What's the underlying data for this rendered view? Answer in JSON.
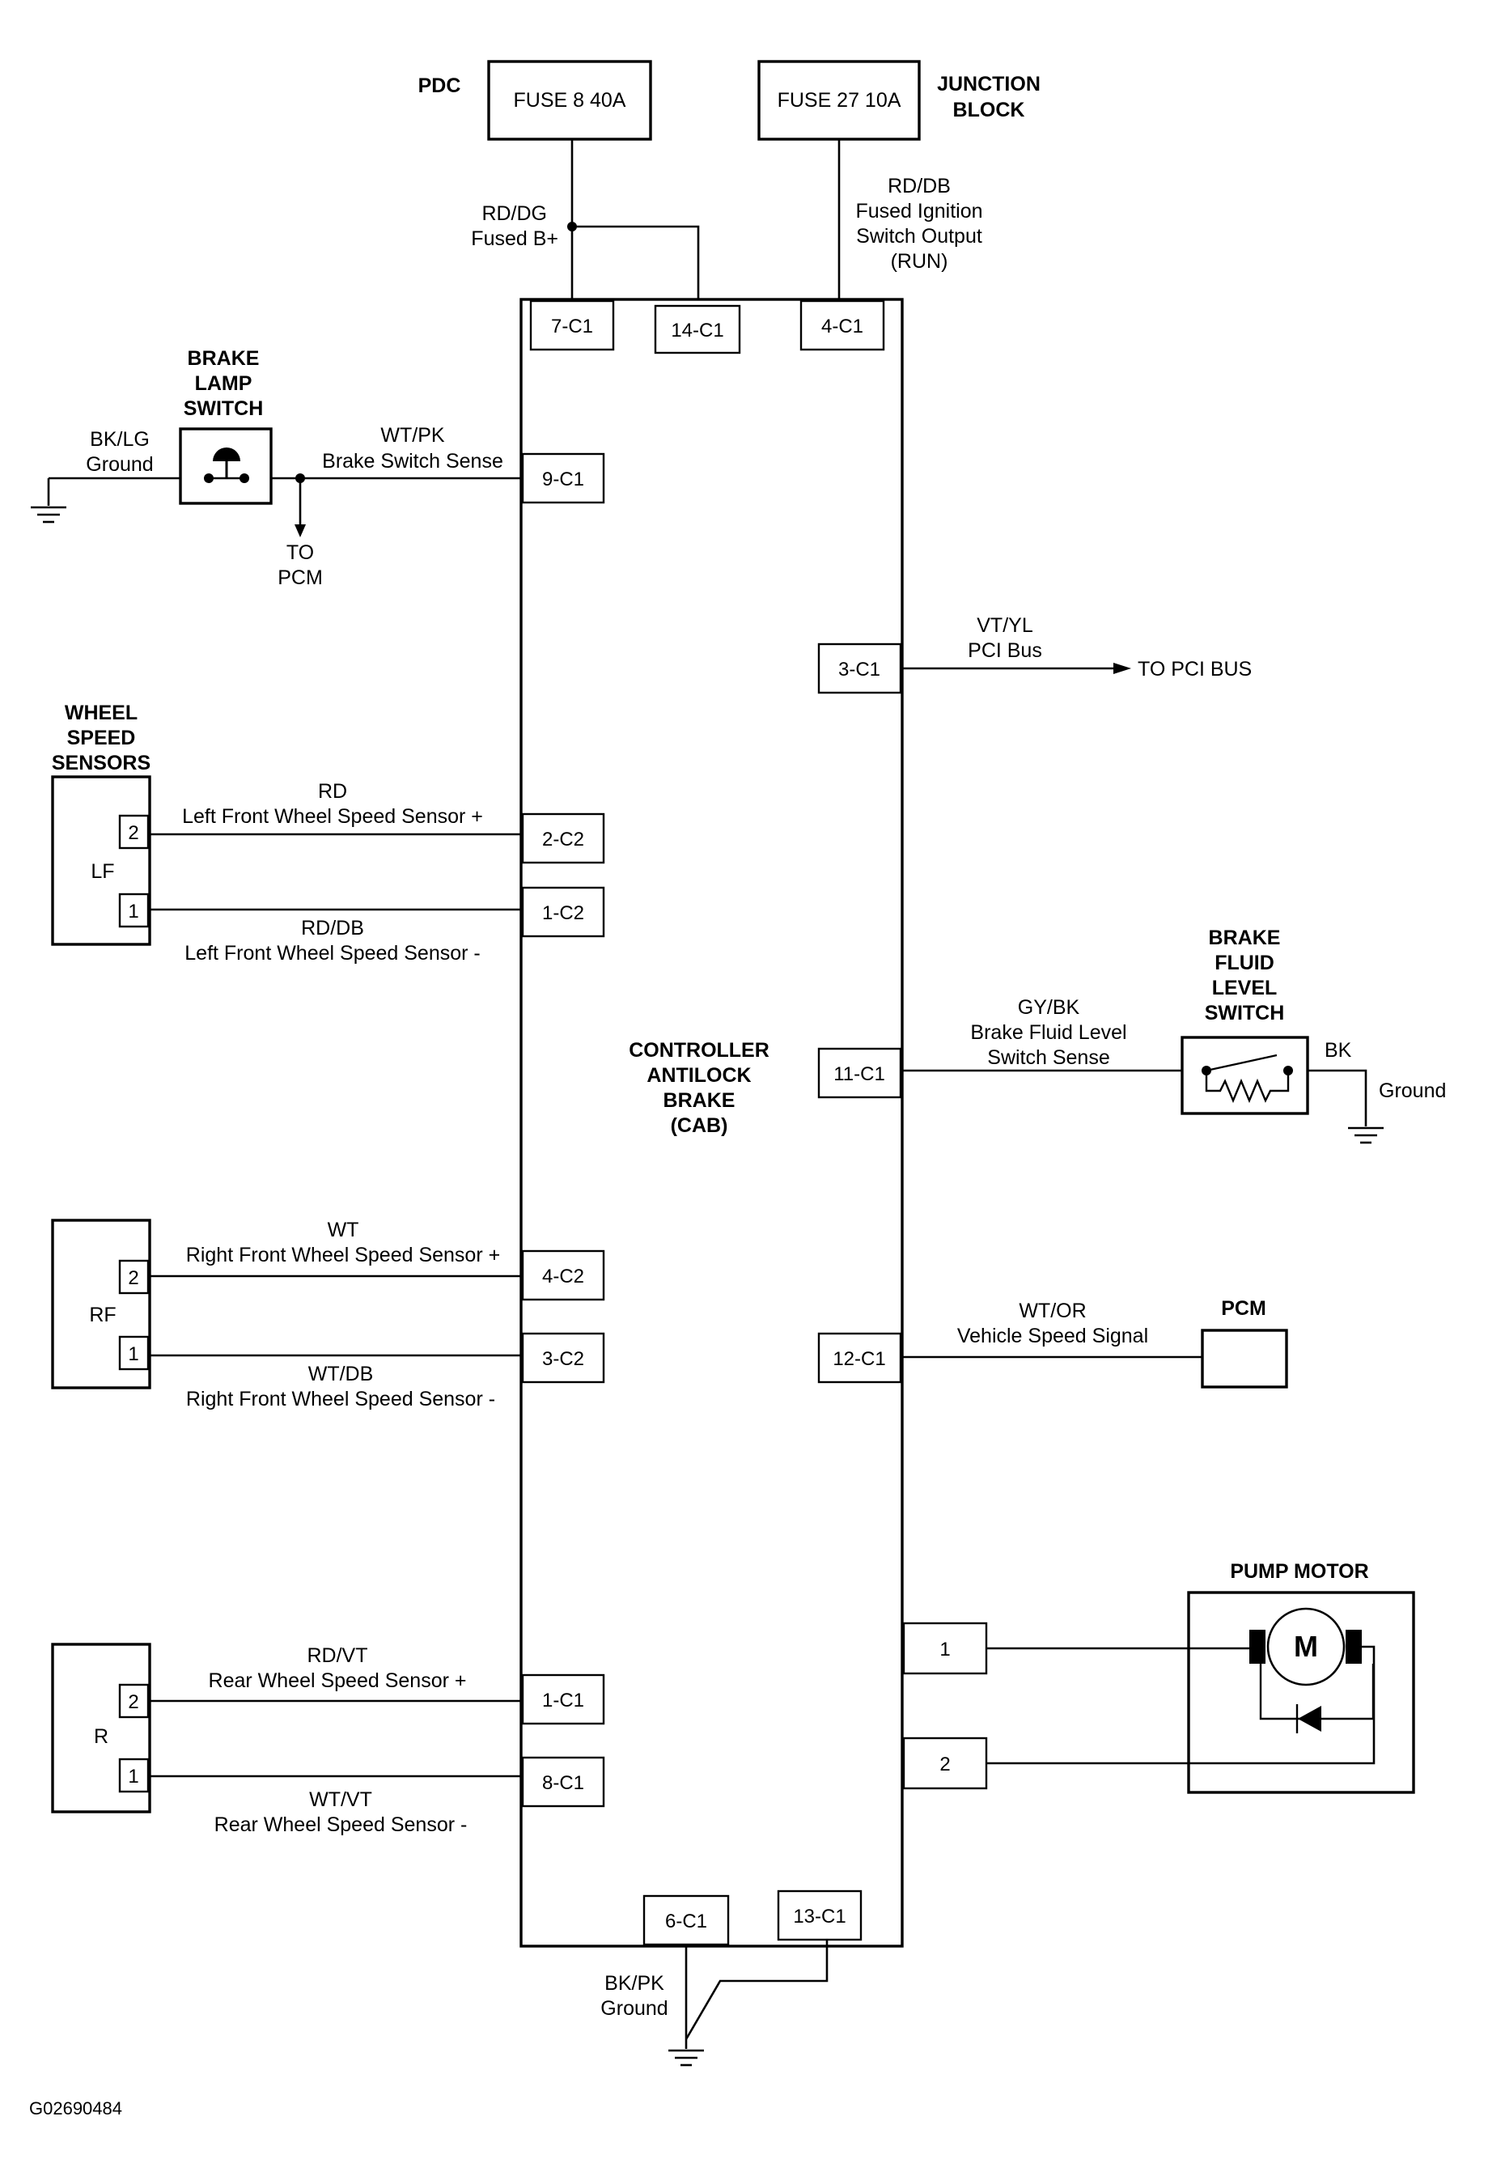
{
  "figure_id": "G02690484",
  "power": {
    "pdc_label": "PDC",
    "fuse8_label": "FUSE 8 40A",
    "fuse27_label": "FUSE 27 10A",
    "junction_line1": "JUNCTION",
    "junction_line2": "BLOCK",
    "batt_wire_color": "RD/DG",
    "batt_wire_desc": "Fused B+",
    "ign_wire_color": "RD/DB",
    "ign_wire_desc1": "Fused Ignition",
    "ign_wire_desc2": "Switch Output",
    "ign_wire_desc3": "(RUN)"
  },
  "cab": {
    "line1": "CONTROLLER",
    "line2": "ANTILOCK",
    "line3": "BRAKE",
    "line4": "(CAB)",
    "pins": {
      "p7c1": "7-C1",
      "p14c1": "14-C1",
      "p4c1": "4-C1",
      "p9c1": "9-C1",
      "p3c1": "3-C1",
      "p2c2": "2-C2",
      "p1c2": "1-C2",
      "p11c1": "11-C1",
      "p4c2": "4-C2",
      "p3c2": "3-C2",
      "p12c1": "12-C1",
      "pump1": "1",
      "pump2": "2",
      "p1c1": "1-C1",
      "p8c1": "8-C1",
      "p6c1": "6-C1",
      "p13c1": "13-C1"
    }
  },
  "brake_lamp": {
    "line1": "BRAKE",
    "line2": "LAMP",
    "line3": "SWITCH",
    "gnd_color": "BK/LG",
    "gnd_desc": "Ground",
    "sense_color": "WT/PK",
    "sense_desc": "Brake Switch Sense",
    "to_line1": "TO",
    "to_line2": "PCM"
  },
  "pci": {
    "color": "VT/YL",
    "desc": "PCI Bus",
    "dest": "TO PCI BUS"
  },
  "wheel_sensors": {
    "title1": "WHEEL",
    "title2": "SPEED",
    "title3": "SENSORS",
    "lf": {
      "name": "LF",
      "pin2": "2",
      "pin1": "1",
      "plus_color": "RD",
      "plus_desc": "Left Front Wheel Speed Sensor +",
      "minus_color": "RD/DB",
      "minus_desc": "Left Front Wheel Speed Sensor -"
    },
    "rf": {
      "name": "RF",
      "pin2": "2",
      "pin1": "1",
      "plus_color": "WT",
      "plus_desc": "Right Front Wheel Speed Sensor +",
      "minus_color": "WT/DB",
      "minus_desc": "Right Front Wheel Speed Sensor -"
    },
    "r": {
      "name": "R",
      "pin2": "2",
      "pin1": "1",
      "plus_color": "RD/VT",
      "plus_desc": "Rear Wheel Speed Sensor +",
      "minus_color": "WT/VT",
      "minus_desc": "Rear Wheel Speed Sensor -"
    }
  },
  "fluid_switch": {
    "line1": "BRAKE",
    "line2": "FLUID",
    "line3": "LEVEL",
    "line4": "SWITCH",
    "color": "GY/BK",
    "desc1": "Brake Fluid Level",
    "desc2": "Switch Sense",
    "gnd_color": "BK",
    "gnd_desc": "Ground"
  },
  "pcm": {
    "title": "PCM",
    "color": "WT/OR",
    "desc": "Vehicle Speed Signal"
  },
  "pump": {
    "title": "PUMP MOTOR",
    "motor_letter": "M"
  },
  "cab_ground": {
    "color": "BK/PK",
    "desc": "Ground"
  }
}
